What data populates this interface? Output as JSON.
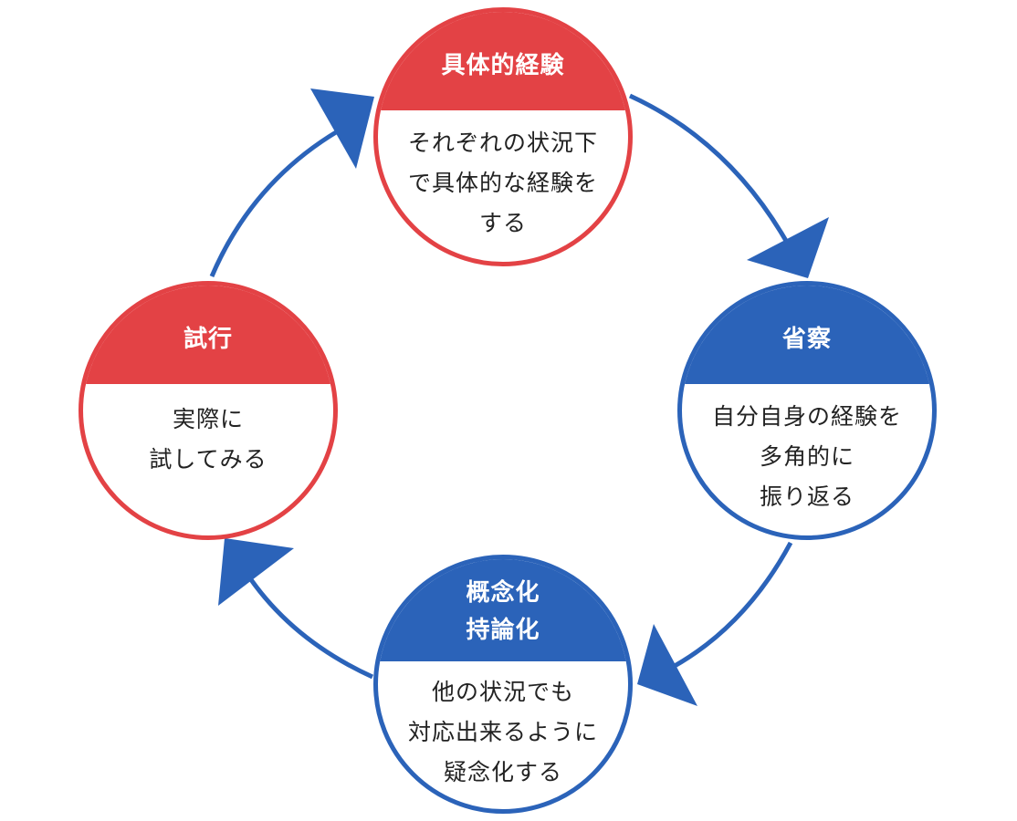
{
  "colors": {
    "red": "#e34245",
    "blue": "#2b63b9",
    "text": "#222222"
  },
  "nodes": {
    "concrete_experience": {
      "title": "具体的経験",
      "body": "それぞれの状況下\nで具体的な経験を\nする"
    },
    "reflection": {
      "title": "省察",
      "body": "自分自身の経験を\n多角的に\n振り返る"
    },
    "conceptualization": {
      "title": "概念化\n持論化",
      "body": "他の状況でも\n対応出来るように\n疑念化する"
    },
    "experimentation": {
      "title": "試行",
      "body": "実際に\n試してみる"
    }
  }
}
